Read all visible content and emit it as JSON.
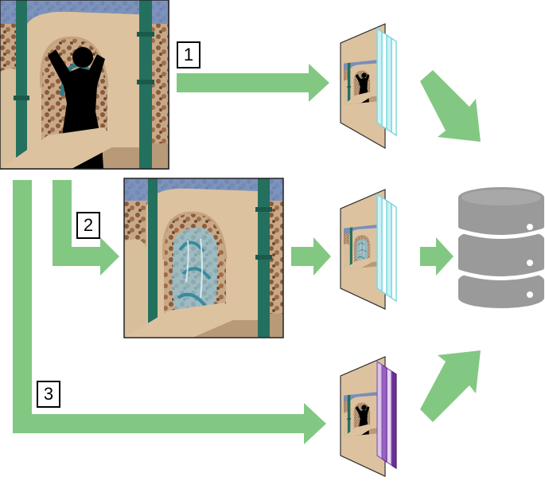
{
  "steps": [
    {
      "label": "1"
    },
    {
      "label": "2"
    },
    {
      "label": "3"
    }
  ],
  "colors": {
    "arrow": "#82c882",
    "database": "#9a9a9a",
    "feature_cyan": "#9ee8ee",
    "feature_purple": "#9a62c2",
    "sky": "#6f8fc6",
    "slide": "#ddc2a0",
    "pole": "#23705e",
    "tree": "#8a5a3a",
    "silhouette": "#000000",
    "overlay": "#8fc3d4"
  },
  "icons": [
    "database-icon",
    "feature-stack-icon",
    "photo-thumbnail"
  ]
}
